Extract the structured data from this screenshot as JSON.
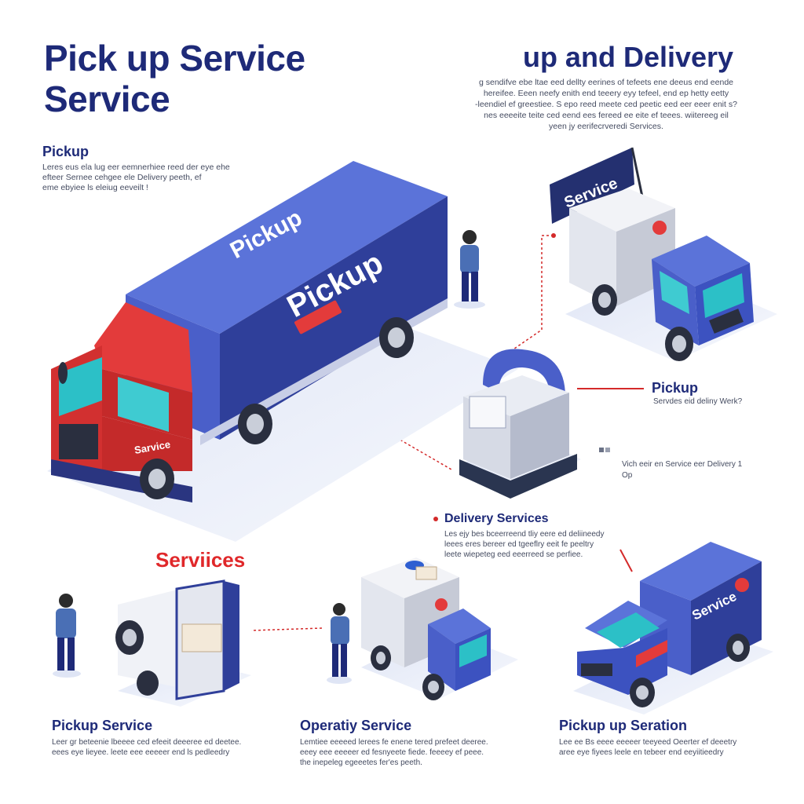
{
  "header": {
    "title_line1": "Pick up Service",
    "title_line2": "Service",
    "right_title": "up and Delivery",
    "right_paragraph": [
      "g sendifve ebe ltae eed dellty eerines of tefeets ene deeus end eende",
      "hereifee. Eeen neefy enith end teeery eyy tefeel, end ep hetty eetty",
      "-leendiel ef greestiee. S epo reed meete ced peetic eed eer eeer enit s?",
      "nes eeeeite teite ced eend ees fereed ee eite ef teees. wiitereeg eil",
      "yeen jy eerifecrveredi Services."
    ]
  },
  "left_block": {
    "heading": "Pickup",
    "paragraph": [
      "Leres eus ela lug eer eemnerhiee reed der eye ehe",
      "efteer Sernee cehgee ele Delivery peeth, ef",
      "eme ebyiee ls eleiug eeveilt !"
    ]
  },
  "truck_big": {
    "roof_text": "Pickup",
    "side_text": "Pickup",
    "cab_text": "Sarvice"
  },
  "truck_top_right": {
    "sign_text": "Service"
  },
  "right_labels": {
    "pickup_heading": "Pickup",
    "pickup_sub": "Servdes eid deliny Werk?",
    "service_line1": "Vich eeir en Service eer Delivery 1",
    "service_line2": "Op"
  },
  "delivery_block": {
    "heading": "Delivery Services",
    "paragraph": [
      "Les ejy bes bceerreend tliy eere ed deliineedy",
      "leees eres bereer ed tgeeflry eeit fe peeltry",
      "leete wiepeteg eed eeerreed se perfiee."
    ]
  },
  "services_heading": "Serviices",
  "truck_bottom_right": {
    "side_text": "Service"
  },
  "bottom": [
    {
      "heading": "Pickup Service",
      "paragraph": [
        "Leer gr beteenie lbeeee ced efeeit deeeree ed deetee.",
        "eees eye lieyee. leete eee eeeeer end ls pedleedry"
      ]
    },
    {
      "heading": "Operatiy Service",
      "paragraph": [
        "Lemtiee eeeeed lerees fe enene tered prefeet deeree.",
        "eeey eee eeeeer ed fesnyeete fiede. feeeey ef peee.",
        "the inepeleg egeeetes fer'es peeth."
      ]
    },
    {
      "heading": "Pickup up Seration",
      "paragraph": [
        "Lee ee Bs eeee eeeeer teeyeed Oeerter ef deeetry",
        "aree eye fiyees leele en tebeer end eeyiitieedry"
      ]
    }
  ],
  "colors": {
    "navy": "#1e2a78",
    "red": "#e0282a",
    "truck_blue": "#4a5fc9",
    "truck_dark": "#2a3580"
  }
}
